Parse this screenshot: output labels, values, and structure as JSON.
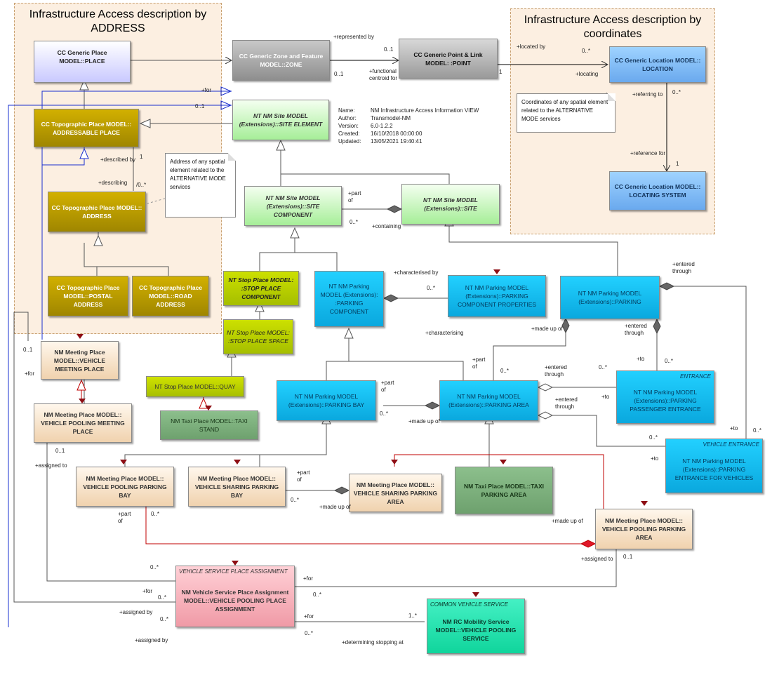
{
  "packages": {
    "address": "Infrastructure Access description by ADDRESS",
    "coordinates": "Infrastructure Access description by coordinates"
  },
  "boxes": {
    "cc_place": "CC Generic Place MODEL::PLACE",
    "cc_zone": "CC Generic Zone and Feature MODEL::ZONE",
    "cc_point": "CC Generic Point & Link MODEL: :POINT",
    "cc_location": "CC Generic Location MODEL:: LOCATION",
    "cc_locating_system": "CC Generic Location MODEL:: LOCATING SYSTEM",
    "addressable_place": "CC Topographic Place MODEL:: ADDRESSABLE PLACE",
    "address": "CC Topographic Place MODEL:: ADDRESS",
    "postal_address": "CC Topographic Place MODEL::POSTAL ADDRESS",
    "road_address": "CC Topographic Place MODEL::ROAD ADDRESS",
    "site_element": "NT NM Site MODEL (Extensions)::SITE ELEMENT",
    "site_component": "NT NM Site MODEL (Extensions)::SITE COMPONENT",
    "site": "NT NM Site MODEL (Extensions)::SITE",
    "stop_place_component": "NT Stop Place MODEL: :STOP PLACE COMPONENT",
    "stop_place_space": "NT Stop Place MODEL: :STOP PLACE SPACE",
    "quay": "NT Stop Place MODEL::QUAY",
    "taxi_stand": "NM Taxi Place MODEL::TAXI STAND",
    "parking_component": "NT NM Parking MODEL (Extensions): :PARKING COMPONENT",
    "parking_component_properties": "NT NM Parking MODEL (Extensions)::PARKING COMPONENT PROPERTIES",
    "parking": "NT NM Parking MODEL (Extensions)::PARKING",
    "parking_bay": "NT NM Parking MODEL (Extensions)::PARKING BAY",
    "parking_area": "NT NM Parking MODEL (Extensions)::PARKING AREA",
    "parking_passenger_entrance": "NT NM Parking MODEL (Extensions)::PARKING PASSENGER ENTRANCE",
    "parking_passenger_entrance_stereo": "ENTRANCE",
    "parking_entrance_vehicles": "NT NM Parking MODEL (Extensions)::PARKING ENTRANCE FOR VEHICLES",
    "parking_entrance_vehicles_stereo": "VEHICLE ENTRANCE",
    "vehicle_meeting_place": "NM Meeting Place MODEL::VEHICLE MEETING PLACE",
    "vehicle_pooling_meeting_place": "NM Meeting Place MODEL:: VEHICLE POOLING MEETING PLACE",
    "vehicle_pooling_parking_bay": "NM Meeting Place MODEL:: VEHICLE POOLING PARKING BAY",
    "vehicle_sharing_parking_bay": "NM Meeting Place MODEL:: VEHICLE SHARING PARKING BAY",
    "vehicle_sharing_parking_area": "NM Meeting Place MODEL:: VEHICLE SHARING PARKING AREA",
    "taxi_parking_area": "NM Taxi Place MODEL::TAXI PARKING AREA",
    "vehicle_pooling_parking_area": "NM Meeting Place MODEL:: VEHICLE POOLING PARKING AREA",
    "vspa": "NM Vehicle Service Place Assignment MODEL::VEHICLE POOLING PLACE ASSIGNMENT",
    "vspa_stereo": "VEHICLE SERVICE PLACE ASSIGNMENT",
    "mobility_service": "NM RC Mobility Service MODEL::VEHICLE POOLING SERVICE",
    "mobility_service_stereo": "COMMON VEHICLE SERVICE"
  },
  "notes": {
    "address_note": "Address of any spatial element related to the ALTERNATIVE MODE services",
    "coords_note": "Coordinates of any spatial element related to the ALTERNATIVE MODE services"
  },
  "meta": {
    "name_label": "Name:",
    "name": "NM Infrastructure Access Information VIEW",
    "author_label": "Author:",
    "author": "Transmodel-NM",
    "version_label": "Version:",
    "version": "6.0-1.2.2",
    "created_label": "Created:",
    "created": "16/10/2018 00:00:00",
    "updated_label": "Updated:",
    "updated": "13/05/2021 19:40:41"
  },
  "labels": {
    "represented_by": "+represented by",
    "m_01_a": "0..1",
    "m_01_b": "0..1",
    "functional_centroid": "+functional centroid for",
    "m_1_a": "1",
    "located_by": "+located by",
    "m_0s_a": "0..*",
    "locating": "+locating",
    "referring_to": "+referring to",
    "m_0s_b": "0..*",
    "reference_for": "+reference for",
    "m_1_b": "1",
    "for_top": "+for",
    "m_01_c": "0..1",
    "described_by": "+described by",
    "m_1_c": "1",
    "describing": "+describing",
    "m_0s_c": "/0..*",
    "part_of_a": "+part of",
    "m_0s_d": "0..*",
    "containing": "+containing",
    "characterised_by": "+characterised by",
    "m_0s_e": "0..*",
    "characterising": "+characterising",
    "entered_through_a": "+entered through",
    "entered_through_b": "+entered through",
    "made_up_of_a": "+made up of",
    "part_of_b": "+part of",
    "m_0s_f": "0..*",
    "entered_through_c": "+entered through",
    "m_0s_g": "0..*",
    "to_a": "+to",
    "m_0s_h": "0..*",
    "to_b": "+to",
    "entered_through_d": "+entered through",
    "to_c": "+to",
    "m_0s_i": "0..*",
    "to_d": "+to",
    "m_0s_j": "0..*",
    "part_of_c": "+part of",
    "m_0s_k": "0..*",
    "made_up_of_b": "+made up of",
    "m_01_d": "0..1",
    "for_left": "+for",
    "m_01_e": "0..1",
    "assigned_to_a": "+assigned to",
    "part_of_d": "+part of",
    "m_0s_l": "0..*",
    "made_up_of_c": "+made up of",
    "part_of_e": "+part of",
    "m_0s_m": "0..*",
    "made_up_of_d": "+made up of",
    "assigned_to_b": "+assigned to",
    "m_01_f": "0..1",
    "m_0s_n": "0..*",
    "for_a": "+for",
    "for_b": "+for",
    "m_0s_o": "0..*",
    "m_0s_p": "0..*",
    "assigned_by_a": "+assigned by",
    "m_0s_q": "0..*",
    "for_c": "+for",
    "m_1s": "1..*",
    "m_0s_r": "0..*",
    "assigned_by_b": "+assigned by",
    "determining": "+determining stopping at"
  }
}
